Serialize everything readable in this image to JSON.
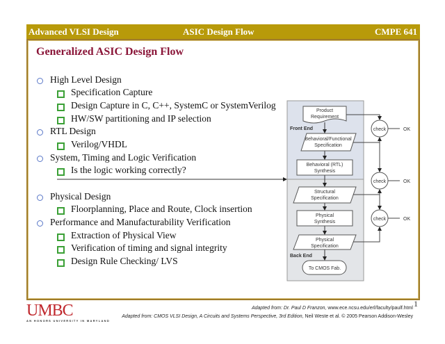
{
  "header": {
    "left": "Advanced VLSI Design",
    "center": "ASIC Design Flow",
    "right": "CMPE 641"
  },
  "slide_title": "Generalized ASIC Design Flow",
  "bullets": [
    {
      "level": 1,
      "text": "High Level Design"
    },
    {
      "level": 2,
      "text": "Specification Capture"
    },
    {
      "level": 2,
      "text": "Design Capture in C, C++, SystemC or SystemVerilog"
    },
    {
      "level": 2,
      "text": "HW/SW partitioning and IP selection"
    },
    {
      "level": 1,
      "text": "RTL Design"
    },
    {
      "level": 2,
      "text": "Verilog/VHDL"
    },
    {
      "level": 1,
      "text": "System, Timing and Logic Verification"
    },
    {
      "level": 2,
      "text": "Is the logic working correctly?"
    },
    {
      "level": 1,
      "text": "Physical Design"
    },
    {
      "level": 2,
      "text": "Floorplanning, Place and Route, Clock insertion"
    },
    {
      "level": 1,
      "text": "Performance and Manufacturability Verification"
    },
    {
      "level": 2,
      "text": "Extraction of Physical View"
    },
    {
      "level": 2,
      "text": "Verification of timing and signal integrity"
    },
    {
      "level": 2,
      "text": "Design Rule Checking/ LVS"
    }
  ],
  "diagram": {
    "front_end": "Front End",
    "back_end": "Back End",
    "product_req": [
      "Product",
      "Requirement"
    ],
    "beh_spec": [
      "Behavioral/Functional",
      "Specification"
    ],
    "rtl_synth": [
      "Behavioral (RTL)",
      "Synthesis"
    ],
    "struct_spec": [
      "Structural",
      "Specification"
    ],
    "phys_synth": [
      "Physical",
      "Synthesis"
    ],
    "phys_spec": [
      "Physical",
      "Specification"
    ],
    "fab": "To CMOS Fab.",
    "check": "check",
    "ok": "OK"
  },
  "footer": {
    "logo": "UMBC",
    "logo_sub": "AN HONORS UNIVERSITY IN MARYLAND",
    "credit1_italic": "Adapted from: Dr. Paul D Franzon,",
    "credit1_rest": " www.ece.ncsu.edu/erl/faculty/paulf.html",
    "credit2_italic": "Adapted from: CMOS VLSI Design, A Circuits and Systems Perspective, 3rd Edition,",
    "credit2_rest": " Neil Weste et al. © 2005 Pearson Addison-Wesley",
    "page": "1"
  },
  "colors": {
    "header_bg": "#b89a0a",
    "title": "#8a1538",
    "frame": "#a07c2a",
    "bullet_l1": "#5a78c8",
    "bullet_l2": "#3aa035",
    "logo": "#c0282d"
  }
}
